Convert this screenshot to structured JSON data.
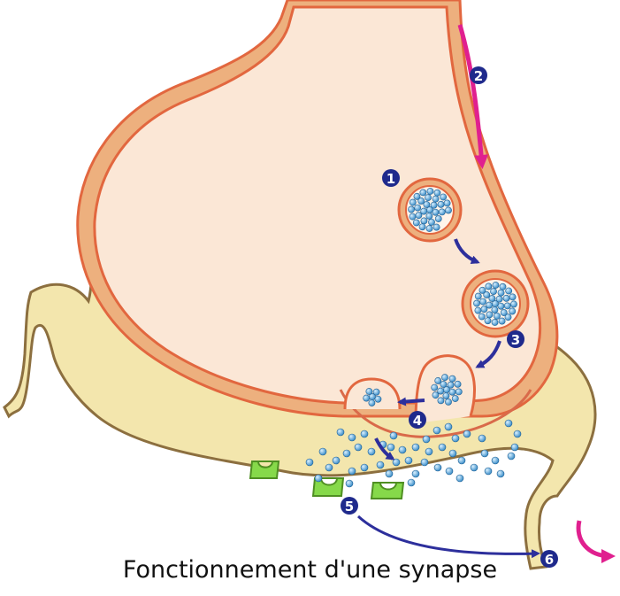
{
  "caption": "Fonctionnement d'une synapse",
  "steps": [
    "1",
    "2",
    "3",
    "4",
    "5",
    "6"
  ],
  "colors": {
    "membrane": "#e2673f",
    "cytoplasm": "#fbe7d6",
    "sheath": "#edb07e",
    "postsynaptic": "#f3e6ad",
    "postsynaptic_line": "#8c6f3f",
    "receptor": "#86d94a",
    "neurotransmitter": "#3f9fd6",
    "arrow_blue": "#2d2f9c",
    "arrow_magenta": "#e0208f",
    "badge": "#1f2a8c"
  }
}
